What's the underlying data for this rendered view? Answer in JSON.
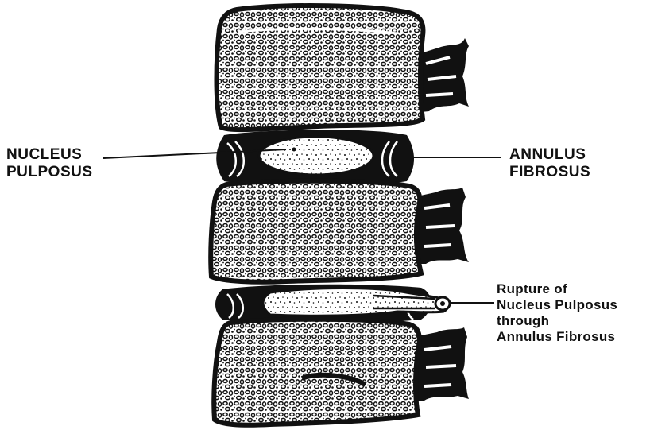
{
  "labels": {
    "nucleus": {
      "line1": "NUCLEUS",
      "line2": "PULPOSUS"
    },
    "annulus": {
      "line1": "ANNULUS",
      "line2": "FIBROSUS"
    },
    "rupture": {
      "line1": "Rupture of",
      "line2": "Nucleus Pulposus",
      "line3": "through",
      "line4": "Annulus Fibrosus"
    }
  },
  "colors": {
    "ink": "#111111",
    "paper": "#ffffff"
  },
  "structures": {
    "vertebral_bodies": 3,
    "intervertebral_discs": 2
  },
  "icons": [
    "vertebral-body-icon",
    "intervertebral-disc-icon",
    "spinous-process-icon"
  ]
}
